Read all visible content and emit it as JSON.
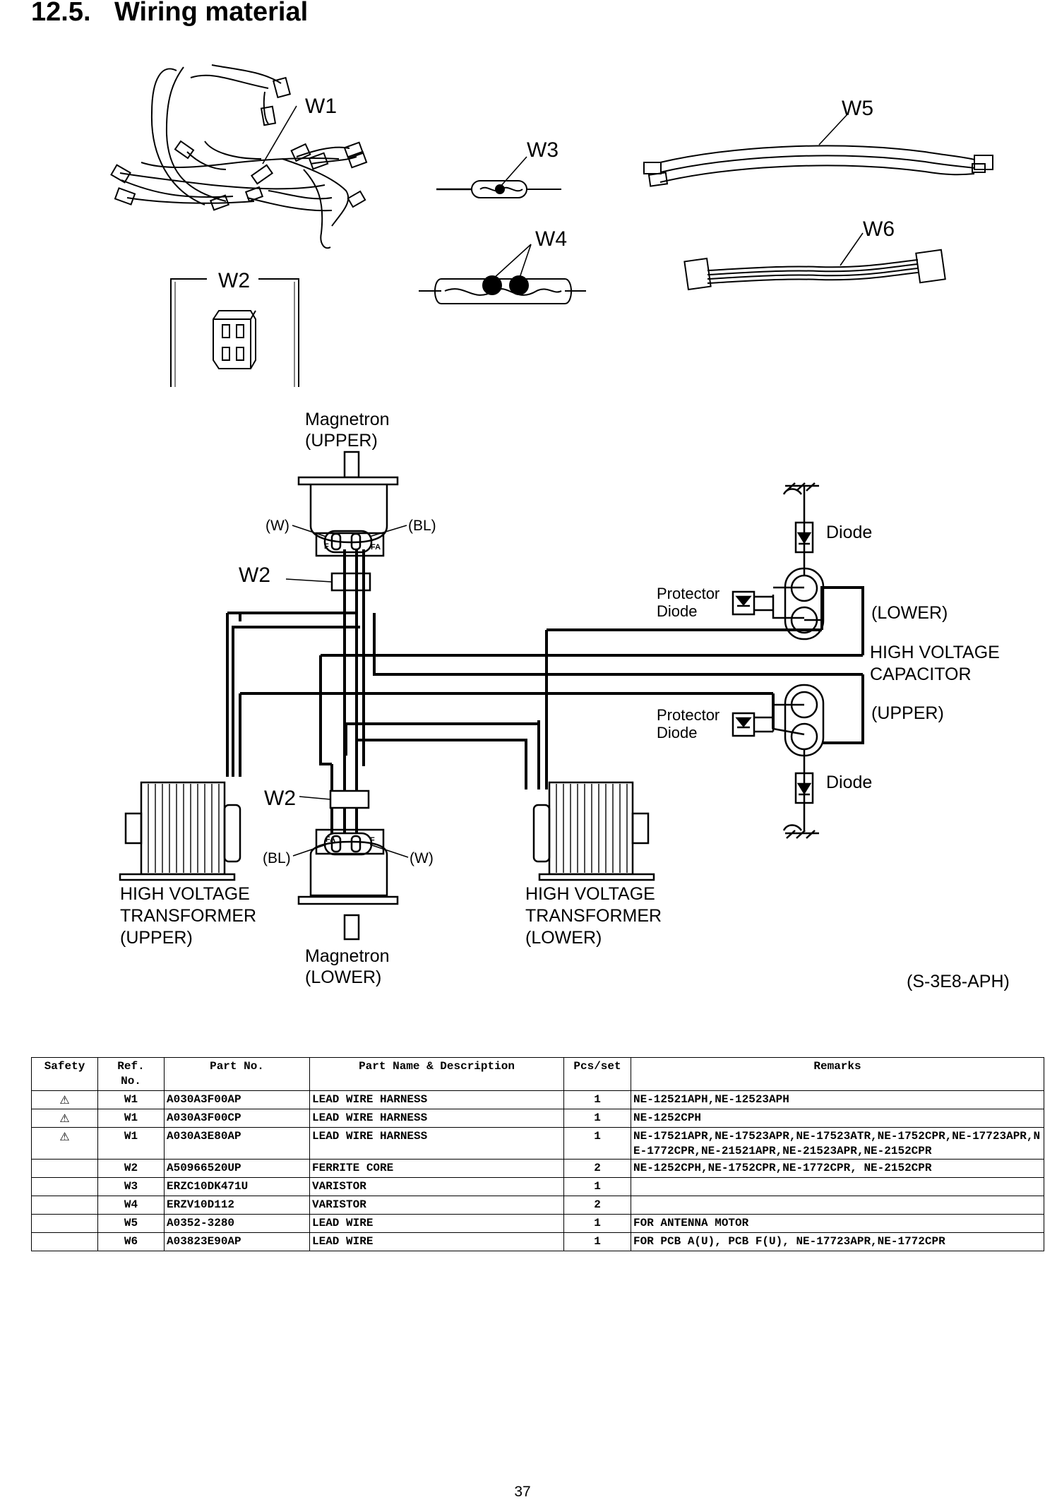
{
  "section": {
    "number": "12.5.",
    "title": "Wiring material"
  },
  "labels": {
    "w1": "W1",
    "w2": "W2",
    "w3": "W3",
    "w4": "W4",
    "w5": "W5",
    "w6": "W6"
  },
  "schematic": {
    "magnetron_upper_l1": "Magnetron",
    "magnetron_upper_l2": "(UPPER)",
    "magnetron_lower_l1": "Magnetron",
    "magnetron_lower_l2": "(LOWER)",
    "lead_w_upper": "(W)",
    "lead_bl_upper": "(BL)",
    "lead_bl_lower": "(BL)",
    "lead_w_lower": "(W)",
    "terminal_f": "F",
    "terminal_fa": "FA",
    "ferrite_upper": "W2",
    "ferrite_lower": "W2",
    "diode_upper": "Diode",
    "diode_lower": "Diode",
    "protector_lower_l1": "Protector",
    "protector_lower_l2": "Diode",
    "protector_upper_l1": "Protector",
    "protector_upper_l2": "Diode",
    "cap_lower": "(LOWER)",
    "cap_name_l1": "HIGH VOLTAGE",
    "cap_name_l2": "CAPACITOR",
    "cap_upper": "(UPPER)",
    "hvt_upper_l1": "HIGH VOLTAGE",
    "hvt_upper_l2": "TRANSFORMER",
    "hvt_upper_l3": "(UPPER)",
    "hvt_lower_l1": "HIGH VOLTAGE",
    "hvt_lower_l2": "TRANSFORMER",
    "hvt_lower_l3": "(LOWER)",
    "code": "(S-3E8-APH)"
  },
  "table": {
    "headers": {
      "safety": "Safety",
      "ref_l1": "Ref.",
      "ref_l2": "No.",
      "part_no": "Part No.",
      "description": "Part Name & Description",
      "pcs": "Pcs/set",
      "remarks": "Remarks"
    },
    "rows": [
      {
        "safety": "⚠",
        "ref": "W1",
        "part_no": "A030A3F00AP",
        "description": "LEAD WIRE HARNESS",
        "pcs": "1",
        "remarks": "NE-12521APH,NE-12523APH"
      },
      {
        "safety": "⚠",
        "ref": "W1",
        "part_no": "A030A3F00CP",
        "description": "LEAD WIRE HARNESS",
        "pcs": "1",
        "remarks": "NE-1252CPH"
      },
      {
        "safety": "⚠",
        "ref": "W1",
        "part_no": "A030A3E80AP",
        "description": "LEAD WIRE HARNESS",
        "pcs": "1",
        "remarks": "NE-17521APR,NE-17523APR,NE-17523ATR,NE-1752CPR,NE-17723APR,NE-1772CPR,NE-21521APR,NE-21523APR,NE-2152CPR"
      },
      {
        "safety": "",
        "ref": "W2",
        "part_no": "A50966520UP",
        "description": "FERRITE CORE",
        "pcs": "2",
        "remarks": "NE-1252CPH,NE-1752CPR,NE-1772CPR, NE-2152CPR"
      },
      {
        "safety": "",
        "ref": "W3",
        "part_no": "ERZC10DK471U",
        "description": "VARISTOR",
        "pcs": "1",
        "remarks": ""
      },
      {
        "safety": "",
        "ref": "W4",
        "part_no": "ERZV10D112",
        "description": "VARISTOR",
        "pcs": "2",
        "remarks": ""
      },
      {
        "safety": "",
        "ref": "W5",
        "part_no": "A0352-3280",
        "description": "LEAD WIRE",
        "pcs": "1",
        "remarks": "FOR ANTENNA MOTOR"
      },
      {
        "safety": "",
        "ref": "W6",
        "part_no": "A03823E90AP",
        "description": "LEAD WIRE",
        "pcs": "1",
        "remarks": "FOR PCB A(U), PCB F(U), NE-17723APR,NE-1772CPR"
      }
    ]
  },
  "page_number": "37"
}
